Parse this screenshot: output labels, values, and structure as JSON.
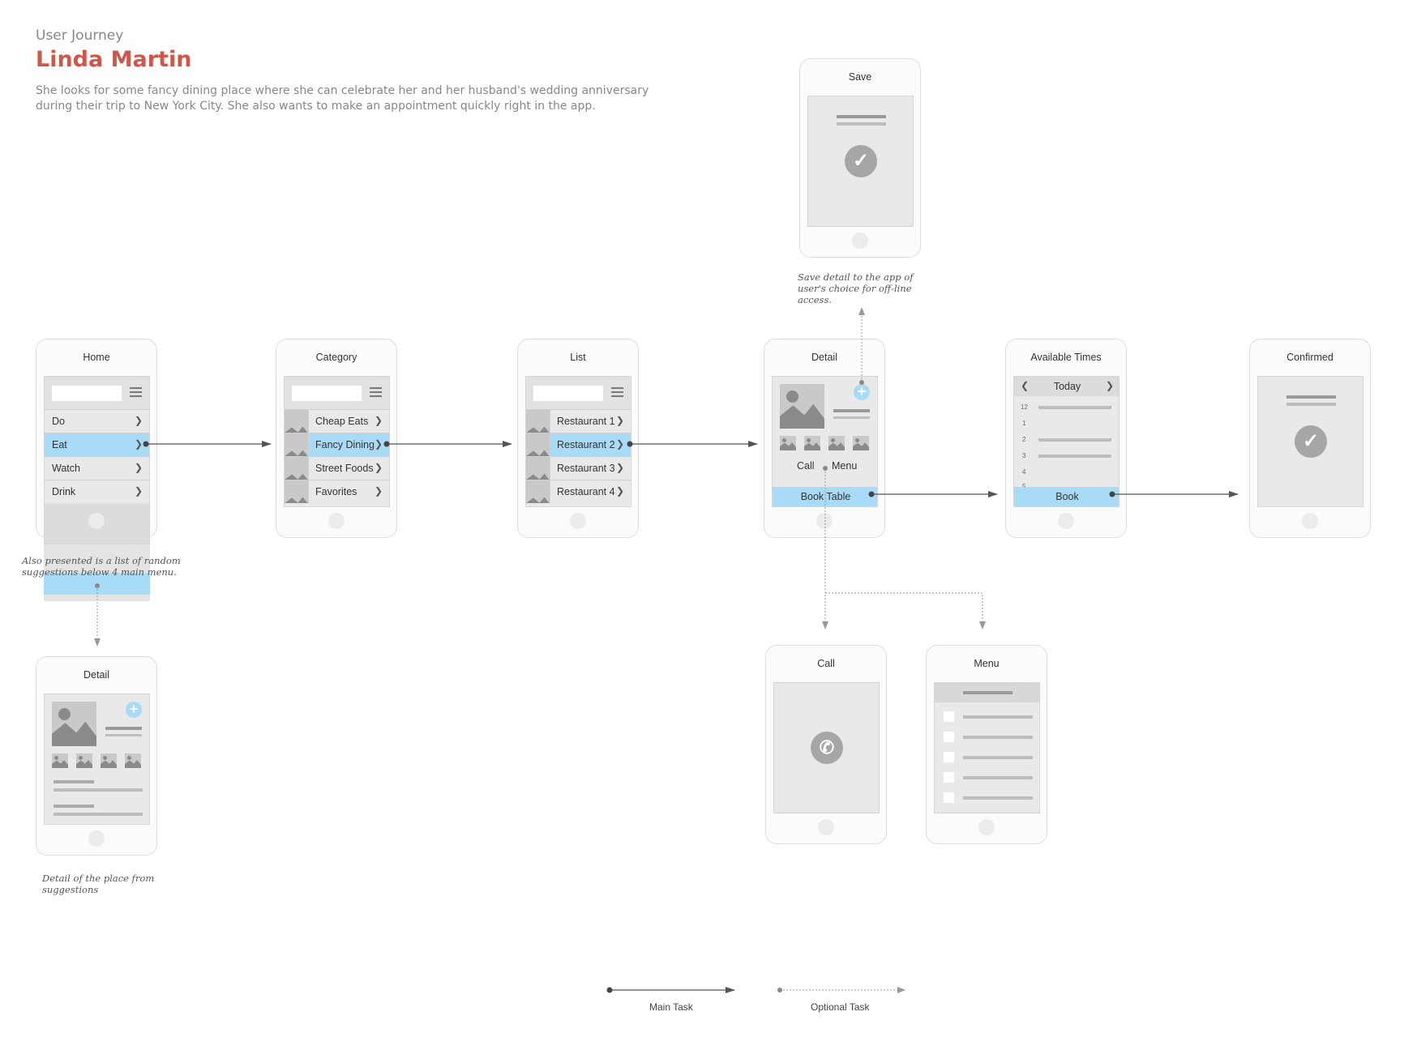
{
  "header": {
    "subtitle": "User Journey",
    "title": "Linda Martin",
    "description": "She looks for some fancy dining place where she can celebrate her and her husband's wedding anniversary during their trip to New York City. She also wants to make an appointment quickly right in the app."
  },
  "screens": {
    "home": {
      "title": "Home",
      "items": [
        "Do",
        "Eat",
        "Watch",
        "Drink"
      ],
      "selected": "Eat"
    },
    "category": {
      "title": "Category",
      "items": [
        "Cheap Eats",
        "Fancy Dining",
        "Street Foods",
        "Favorites"
      ],
      "selected": "Fancy Dining"
    },
    "list": {
      "title": "List",
      "items": [
        "Restaurant 1",
        "Restaurant 2",
        "Restaurant 3",
        "Restaurant 4"
      ],
      "selected": "Restaurant 2"
    },
    "detail": {
      "title": "Detail",
      "call_label": "Call",
      "menu_label": "Menu",
      "book_label": "Book Table"
    },
    "available_times": {
      "title": "Available Times",
      "day_label": "Today",
      "hours": [
        "12",
        "1",
        "2",
        "3",
        "4",
        "5"
      ],
      "book_label": "Book"
    },
    "confirmed": {
      "title": "Confirmed"
    },
    "save": {
      "title": "Save"
    },
    "suggestion_detail": {
      "title": "Detail"
    },
    "call": {
      "title": "Call"
    },
    "menu": {
      "title": "Menu"
    }
  },
  "notes": {
    "save": "Save detail to the app of user's choice for off-line access.",
    "home": "Also presented is a list of random suggestions below 4 main menu.",
    "suggestion_detail": "Detail of the place from suggestions"
  },
  "legend": {
    "main_task": "Main Task",
    "optional_task": "Optional Task"
  },
  "colors": {
    "title": "#d0564a",
    "highlight": "#a7dbf6",
    "screen": "#e9e9e9",
    "connector": "#555555"
  },
  "icons": [
    "hamburger-icon",
    "chevron-right-icon",
    "image-placeholder-icon",
    "checkmark-icon",
    "plus-icon",
    "phone-icon",
    "checkbox-icon",
    "chevron-left-icon"
  ]
}
